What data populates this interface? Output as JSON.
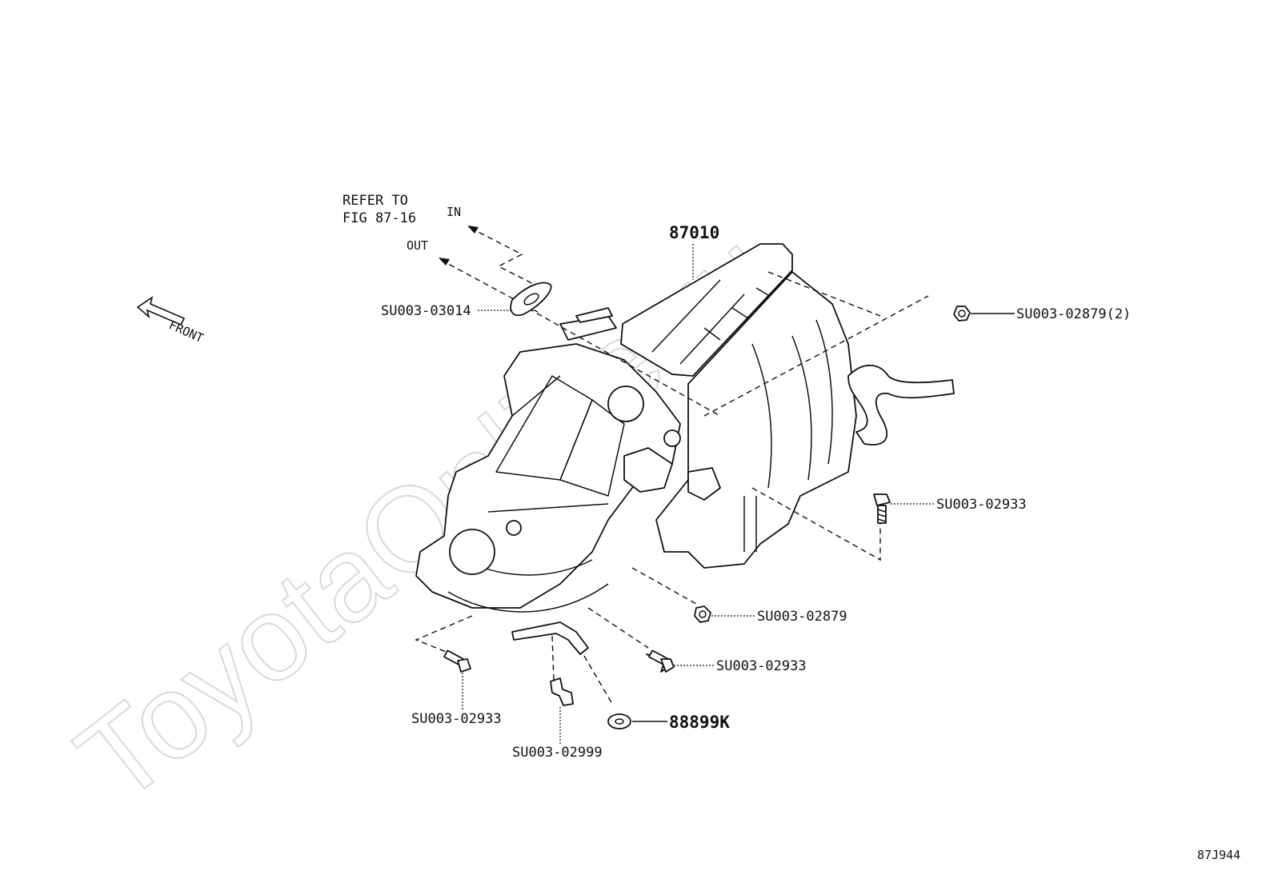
{
  "watermark": "ToyotaOnline.ru",
  "reference": {
    "line1": "REFER TO",
    "line2": "FIG 87-16"
  },
  "arrows": {
    "in": "IN",
    "out": "OUT",
    "front": "FRONT"
  },
  "parts": {
    "main_unit": "87010",
    "grommet": "SU003-03014",
    "nut_top_right": "SU003-02879(2)",
    "bolt_right": "SU003-02933",
    "nut_center": "SU003-02879",
    "bolt_center_bottom": "SU003-02933",
    "bolt_left_bottom": "SU003-02933",
    "clip_bottom": "SU003-02999",
    "washer_bottom": "88899K"
  },
  "figure_code": "87J944"
}
